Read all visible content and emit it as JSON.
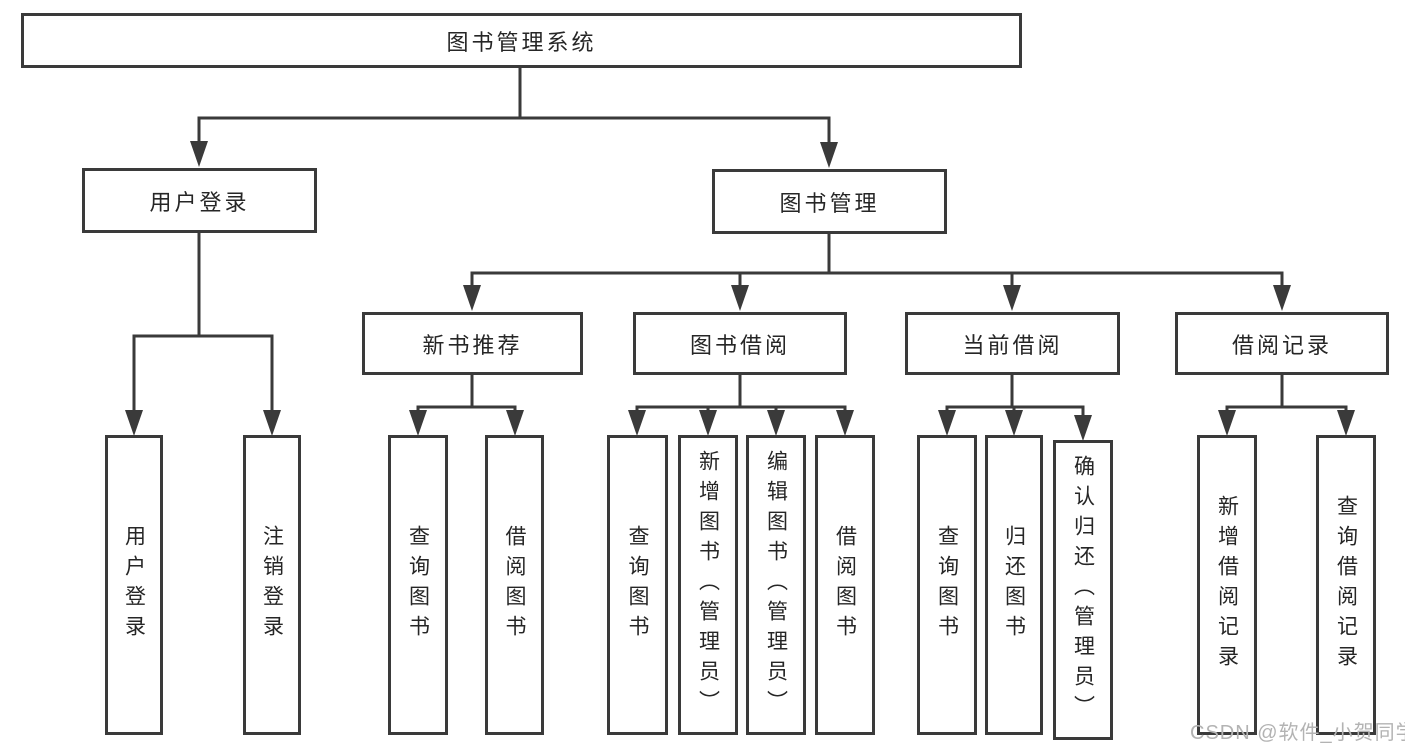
{
  "diagram": {
    "root": {
      "label": "图书管理系统"
    },
    "branches": [
      {
        "label": "用户登录",
        "children": [
          "用户登录",
          "注销登录"
        ]
      },
      {
        "label": "图书管理",
        "children": [
          {
            "label": "新书推荐",
            "children": [
              "查询图书",
              "借阅图书"
            ]
          },
          {
            "label": "图书借阅",
            "children": [
              "查询图书",
              "新增图书（管理员）",
              "编辑图书（管理员）",
              "借阅图书"
            ]
          },
          {
            "label": "当前借阅",
            "children": [
              "查询图书",
              "归还图书",
              "确认归还（管理员）"
            ]
          },
          {
            "label": "借阅记录",
            "children": [
              "新增借阅记录",
              "查询借阅记录"
            ]
          }
        ]
      }
    ]
  },
  "watermark": {
    "text": "CSDN @软件_小贺同学"
  },
  "colors": {
    "line": "#3a3a3a",
    "text": "#262626",
    "background": "#ffffff",
    "watermark": "#b3b3b3"
  }
}
